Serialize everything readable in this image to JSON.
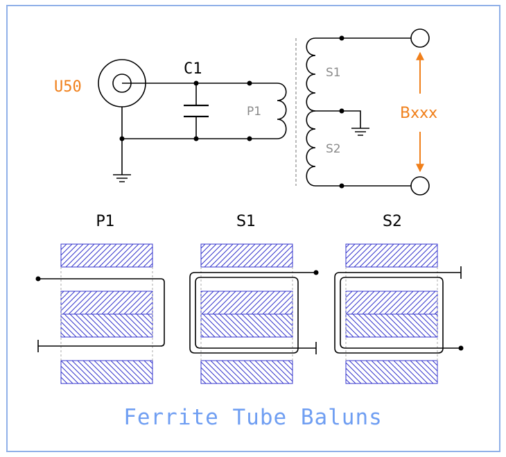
{
  "colors": {
    "wire": "#000000",
    "accent": "#f07f1a",
    "label_gray": "#8a8a8a",
    "ferrite": "#3333cc",
    "title": "#6f9ef2",
    "frame": "#8fb0e8"
  },
  "schematic": {
    "source_label": "U50",
    "capacitor_label": "C1",
    "primary_label": "P1",
    "secondary1_label": "S1",
    "secondary2_label": "S2",
    "output_label": "Bxxx"
  },
  "windings": [
    {
      "label": "P1"
    },
    {
      "label": "S1"
    },
    {
      "label": "S2"
    }
  ],
  "title": "Ferrite Tube Baluns"
}
